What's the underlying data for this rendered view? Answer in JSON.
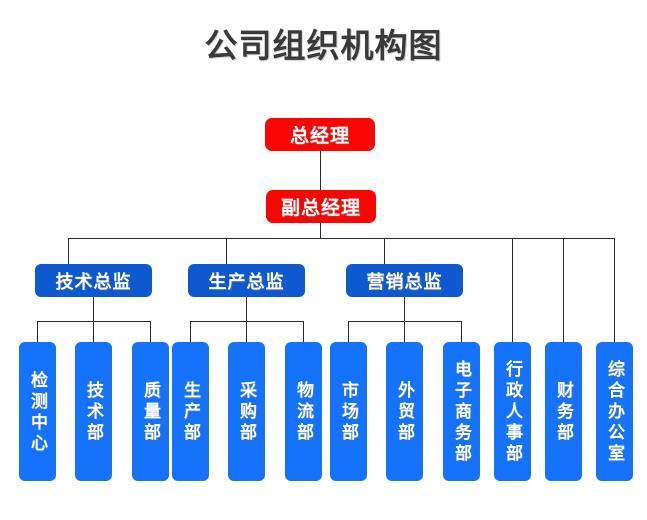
{
  "title": "公司组织机构图",
  "colors": {
    "executive_red": "#fa0502",
    "director_blue": "#0f59d0",
    "department_blue": "#1473fa",
    "title_text": "#3a3a3a",
    "connector_line": "#2b2b2b",
    "background": "#ffffff"
  },
  "executives": [
    {
      "label": "总经理",
      "level": 1
    },
    {
      "label": "副总经理",
      "level": 2
    }
  ],
  "directors": [
    {
      "label": "技术总监"
    },
    {
      "label": "生产总监"
    },
    {
      "label": "营销总监"
    }
  ],
  "departments": {
    "technical": [
      {
        "label": "检测中心"
      },
      {
        "label": "技术部"
      },
      {
        "label": "质量部"
      }
    ],
    "production": [
      {
        "label": "生产部"
      },
      {
        "label": "采购部"
      },
      {
        "label": "物流部"
      }
    ],
    "marketing": [
      {
        "label": "市场部"
      },
      {
        "label": "外贸部"
      },
      {
        "label": "电子商务部"
      }
    ],
    "direct": [
      {
        "label": "行政人事部"
      },
      {
        "label": "财务部"
      },
      {
        "label": "综合办公室"
      }
    ]
  },
  "chart_data": {
    "type": "diagram",
    "diagram_type": "organizational-chart",
    "title": "公司组织机构图",
    "orientation": "top-down",
    "levels": 4,
    "nodes": [
      {
        "id": "gm",
        "label": "总经理",
        "level": 1,
        "color": "#fa0502",
        "parent": null
      },
      {
        "id": "dgm",
        "label": "副总经理",
        "level": 2,
        "color": "#fa0502",
        "parent": "gm"
      },
      {
        "id": "td",
        "label": "技术总监",
        "level": 3,
        "color": "#0f59d0",
        "parent": "dgm"
      },
      {
        "id": "pd",
        "label": "生产总监",
        "level": 3,
        "color": "#0f59d0",
        "parent": "dgm"
      },
      {
        "id": "md",
        "label": "营销总监",
        "level": 3,
        "color": "#0f59d0",
        "parent": "dgm"
      },
      {
        "id": "tc",
        "label": "检测中心",
        "level": 4,
        "color": "#1473fa",
        "parent": "td"
      },
      {
        "id": "tech",
        "label": "技术部",
        "level": 4,
        "color": "#1473fa",
        "parent": "td"
      },
      {
        "id": "qa",
        "label": "质量部",
        "level": 4,
        "color": "#1473fa",
        "parent": "td"
      },
      {
        "id": "prod",
        "label": "生产部",
        "level": 4,
        "color": "#1473fa",
        "parent": "pd"
      },
      {
        "id": "proc",
        "label": "采购部",
        "level": 4,
        "color": "#1473fa",
        "parent": "pd"
      },
      {
        "id": "log",
        "label": "物流部",
        "level": 4,
        "color": "#1473fa",
        "parent": "pd"
      },
      {
        "id": "mkt",
        "label": "市场部",
        "level": 4,
        "color": "#1473fa",
        "parent": "md"
      },
      {
        "id": "ft",
        "label": "外贸部",
        "level": 4,
        "color": "#1473fa",
        "parent": "md"
      },
      {
        "id": "ec",
        "label": "电子商务部",
        "level": 4,
        "color": "#1473fa",
        "parent": "md"
      },
      {
        "id": "hr",
        "label": "行政人事部",
        "level": 4,
        "color": "#1473fa",
        "parent": "dgm"
      },
      {
        "id": "fin",
        "label": "财务部",
        "level": 4,
        "color": "#1473fa",
        "parent": "dgm"
      },
      {
        "id": "go",
        "label": "综合办公室",
        "level": 4,
        "color": "#1473fa",
        "parent": "dgm"
      }
    ]
  }
}
